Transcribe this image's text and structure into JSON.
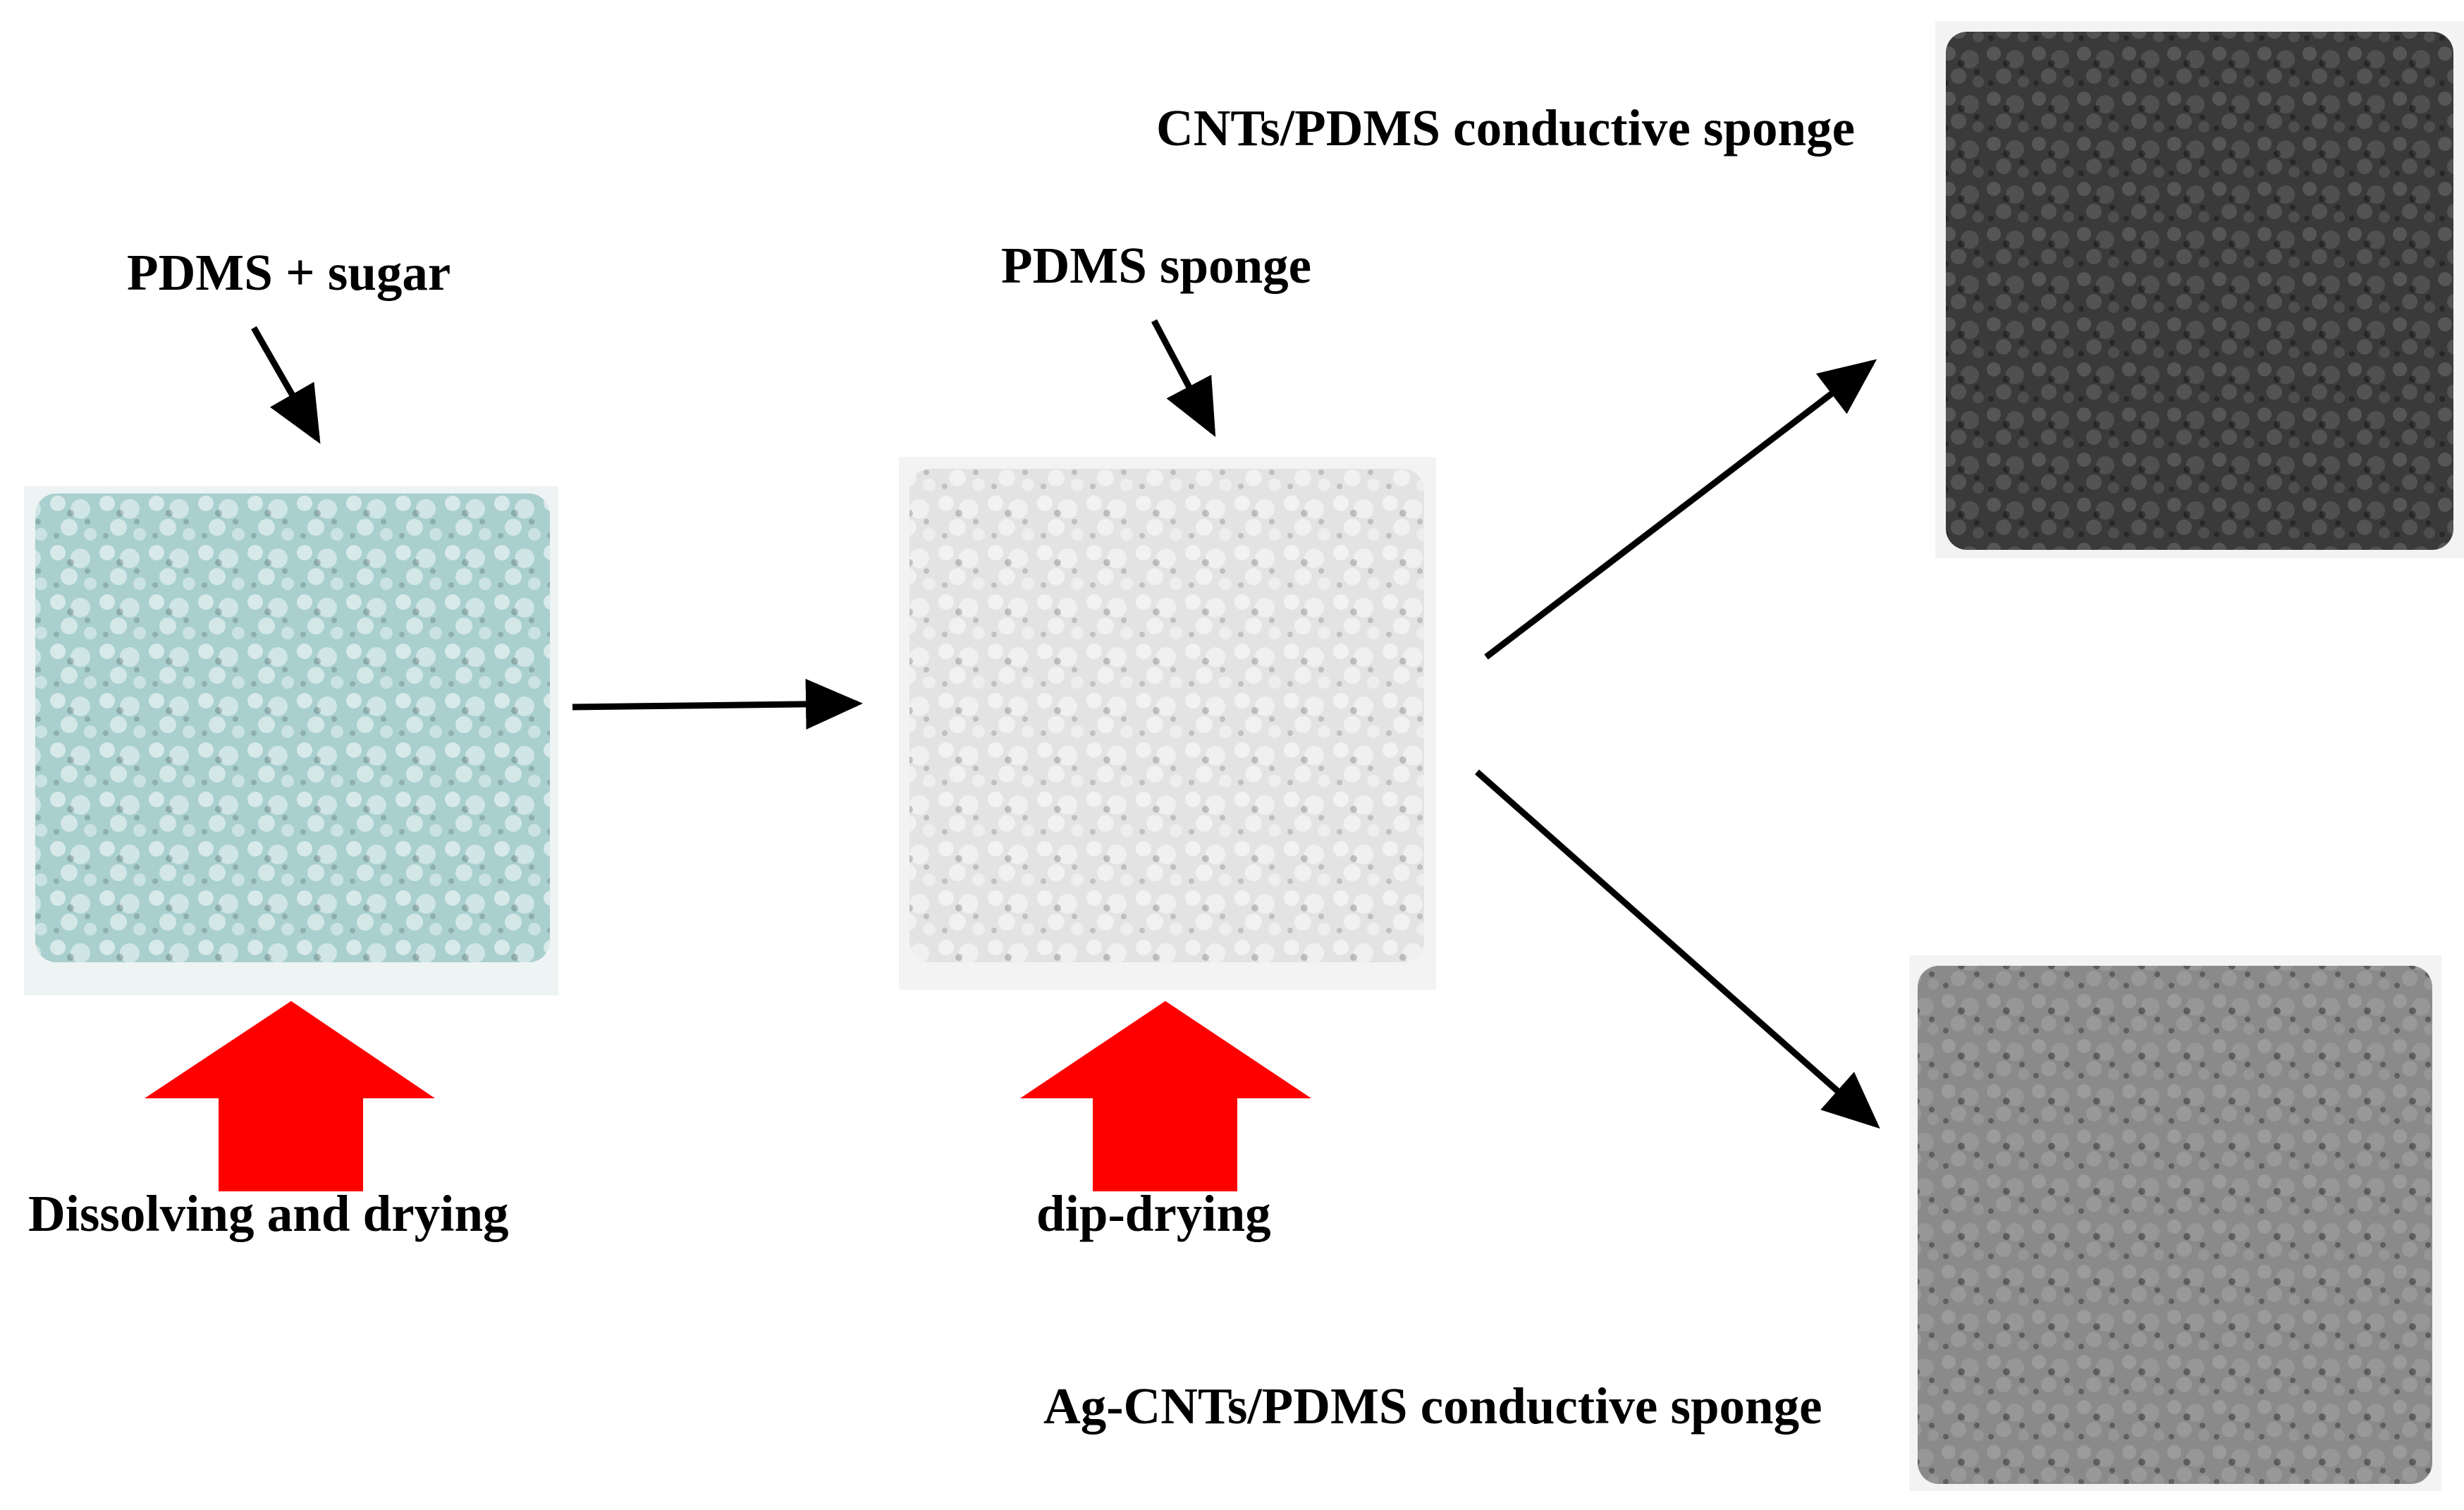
{
  "labels": {
    "pdms_sugar": "PDMS + sugar",
    "pdms_sponge": "PDMS sponge",
    "cnts_sponge": "CNTs/PDMS conductive sponge",
    "ag_cnts_sponge": "Ag-CNTs/PDMS conductive sponge",
    "dissolving": "Dissolving and drying",
    "dip_drying": "dip-drying"
  },
  "colors": {
    "pdms_sugar_block": "#a9cfcf",
    "pdms_sponge_block": "#e6e6e6",
    "cnts_block": "#3a3a3a",
    "ag_cnts_block": "#8a8a8a",
    "process_arrow": "#ff0000",
    "flow_arrow": "#000000"
  }
}
